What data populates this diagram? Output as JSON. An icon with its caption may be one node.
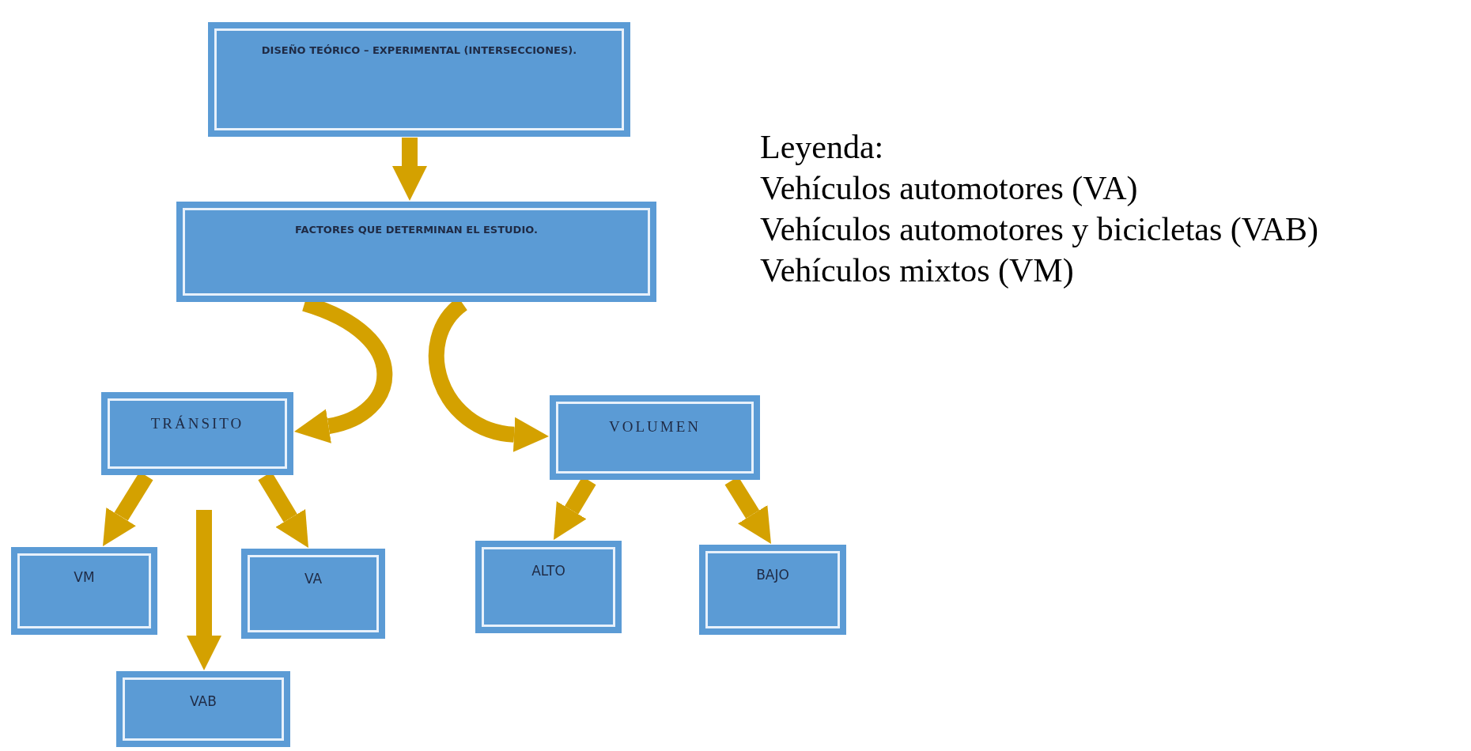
{
  "diagram": {
    "nodes": [
      {
        "text": [
          "DISEÑO TEÓRICO – EXPERIMENTAL (INTERSECCIONES)."
        ]
      },
      {
        "text": [
          "FACTORES QUE DETERMINAN EL ESTUDIO."
        ]
      },
      {
        "text": [
          "TRÁNSITO"
        ]
      },
      {
        "text": [
          "VOLUMEN"
        ]
      },
      {
        "text": [
          "VM"
        ]
      },
      {
        "text": [
          "VA"
        ]
      },
      {
        "text": [
          "VAB"
        ]
      },
      {
        "text": [
          "ALTO"
        ]
      },
      {
        "text": [
          "BAJO"
        ]
      }
    ],
    "edges": [
      {
        "from": 0,
        "to": 1,
        "arrow": "to"
      },
      {
        "from": 1,
        "to": 2,
        "arrow": "to"
      },
      {
        "from": 1,
        "to": 3,
        "arrow": "to"
      },
      {
        "from": 2,
        "to": 4,
        "arrow": "to"
      },
      {
        "from": 2,
        "to": 6,
        "arrow": "to"
      },
      {
        "from": 2,
        "to": 5,
        "arrow": "to"
      },
      {
        "from": 3,
        "to": 7,
        "arrow": "to"
      },
      {
        "from": 3,
        "to": 8,
        "arrow": "to"
      }
    ],
    "labels": [
      "Leyenda:",
      "Vehículos automotores (VA)",
      "Vehículos automotores y bicicletas (VAB)",
      "Vehículos mixtos (VM)"
    ]
  }
}
